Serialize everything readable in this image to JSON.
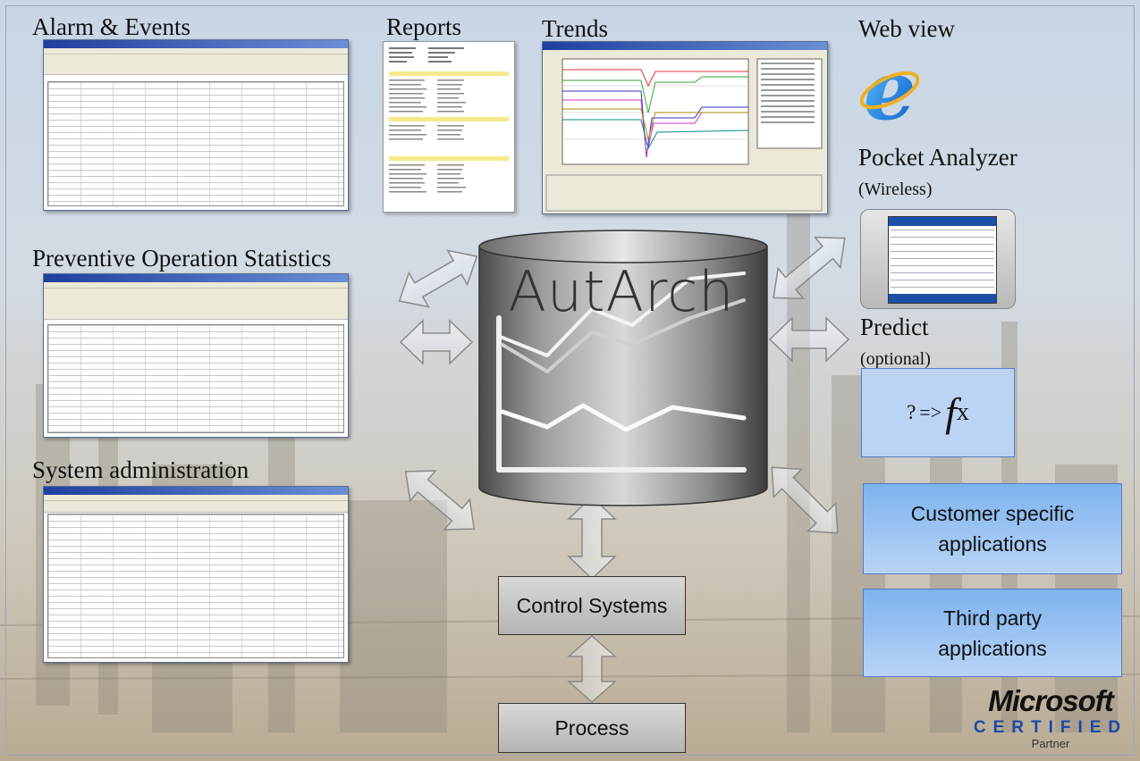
{
  "labels": {
    "alarm_events": "Alarm & Events",
    "reports": "Reports",
    "trends": "Trends",
    "web_view": "Web view",
    "pocket_analyzer": "Pocket Analyzer",
    "pocket_analyzer_sub": "(Wireless)",
    "preventive": "Preventive Operation Statistics",
    "predict": "Predict",
    "predict_sub": "(optional)",
    "system_admin": "System administration"
  },
  "database": {
    "label": "AutArch"
  },
  "predict_box": {
    "question": "?",
    "arrow": "=>",
    "f": "f",
    "x": "x"
  },
  "boxes": {
    "control_systems": "Control Systems",
    "process": "Process",
    "customer_apps_line1": "Customer specific",
    "customer_apps_line2": "applications",
    "third_party_line1": "Third party",
    "third_party_line2": "applications"
  },
  "logo": {
    "brand": "Microsoft",
    "certified": "CERTIFIED",
    "partner": "Partner"
  },
  "icons": {
    "web_view": "internet-explorer-icon",
    "pocket_analyzer": "pda-device-icon"
  },
  "colors": {
    "blue_box": "#bcd4f4",
    "gray_box": "#c6c6c6",
    "ms_blue": "#1a4aa8"
  }
}
